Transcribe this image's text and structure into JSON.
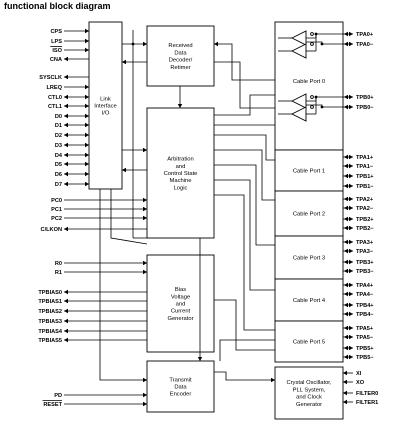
{
  "title": "functional block diagram",
  "blocks": {
    "link_interface": [
      "Link",
      "Interface",
      "I/O"
    ],
    "received_data": [
      "Received",
      "Data",
      "Decoder/",
      "Retimer"
    ],
    "arbitration": [
      "Arbitration",
      "and",
      "Control State",
      "Machine",
      "Logic"
    ],
    "bias": [
      "Bias",
      "Voltage",
      "and",
      "Current",
      "Generator"
    ],
    "transmit": [
      "Transmit",
      "Data",
      "Encoder"
    ],
    "crystal": [
      "Crystal Oscillator,",
      "PLL System,",
      "and Clock",
      "Generator"
    ],
    "cable_ports": [
      "Cable Port 0",
      "Cable Port 1",
      "Cable Port 2",
      "Cable Port 3",
      "Cable Port 4",
      "Cable Port 5"
    ]
  },
  "left_top_signals": [
    "CPS",
    "LPS",
    "ISO",
    "CNA"
  ],
  "left_link_signals": [
    "SYSCLK",
    "LREQ",
    "CTL0",
    "CTL1",
    "D0",
    "D1",
    "D2",
    "D3",
    "D4",
    "D5",
    "D6",
    "D7"
  ],
  "left_pc_signals": [
    "PC0",
    "PC1",
    "PC2",
    "C/LKON"
  ],
  "left_r_signals": [
    "R0",
    "R1"
  ],
  "left_tpbias_signals": [
    "TPBIAS0",
    "TPBIAS1",
    "TPBIAS2",
    "TPBIAS3",
    "TPBIAS4",
    "TPBIAS5"
  ],
  "left_bottom_signals": [
    "PD",
    "RESET"
  ],
  "right_port0_signals": [
    "TPA0+",
    "TPA0−",
    "TPB0+",
    "TPB0−"
  ],
  "right_port_signals": [
    [
      "TPA1+",
      "TPA1−",
      "TPB1+",
      "TPB1−"
    ],
    [
      "TPA2+",
      "TPA2−",
      "TPB2+",
      "TPB2−"
    ],
    [
      "TPA3+",
      "TPA3−",
      "TPB3+",
      "TPB3−"
    ],
    [
      "TPA4+",
      "TPA4−",
      "TPB4+",
      "TPB4−"
    ],
    [
      "TPA5+",
      "TPA5−",
      "TPB5+",
      "TPB5−"
    ]
  ],
  "right_crystal_signals": [
    "XI",
    "XO",
    "FILTER0",
    "FILTER1"
  ]
}
